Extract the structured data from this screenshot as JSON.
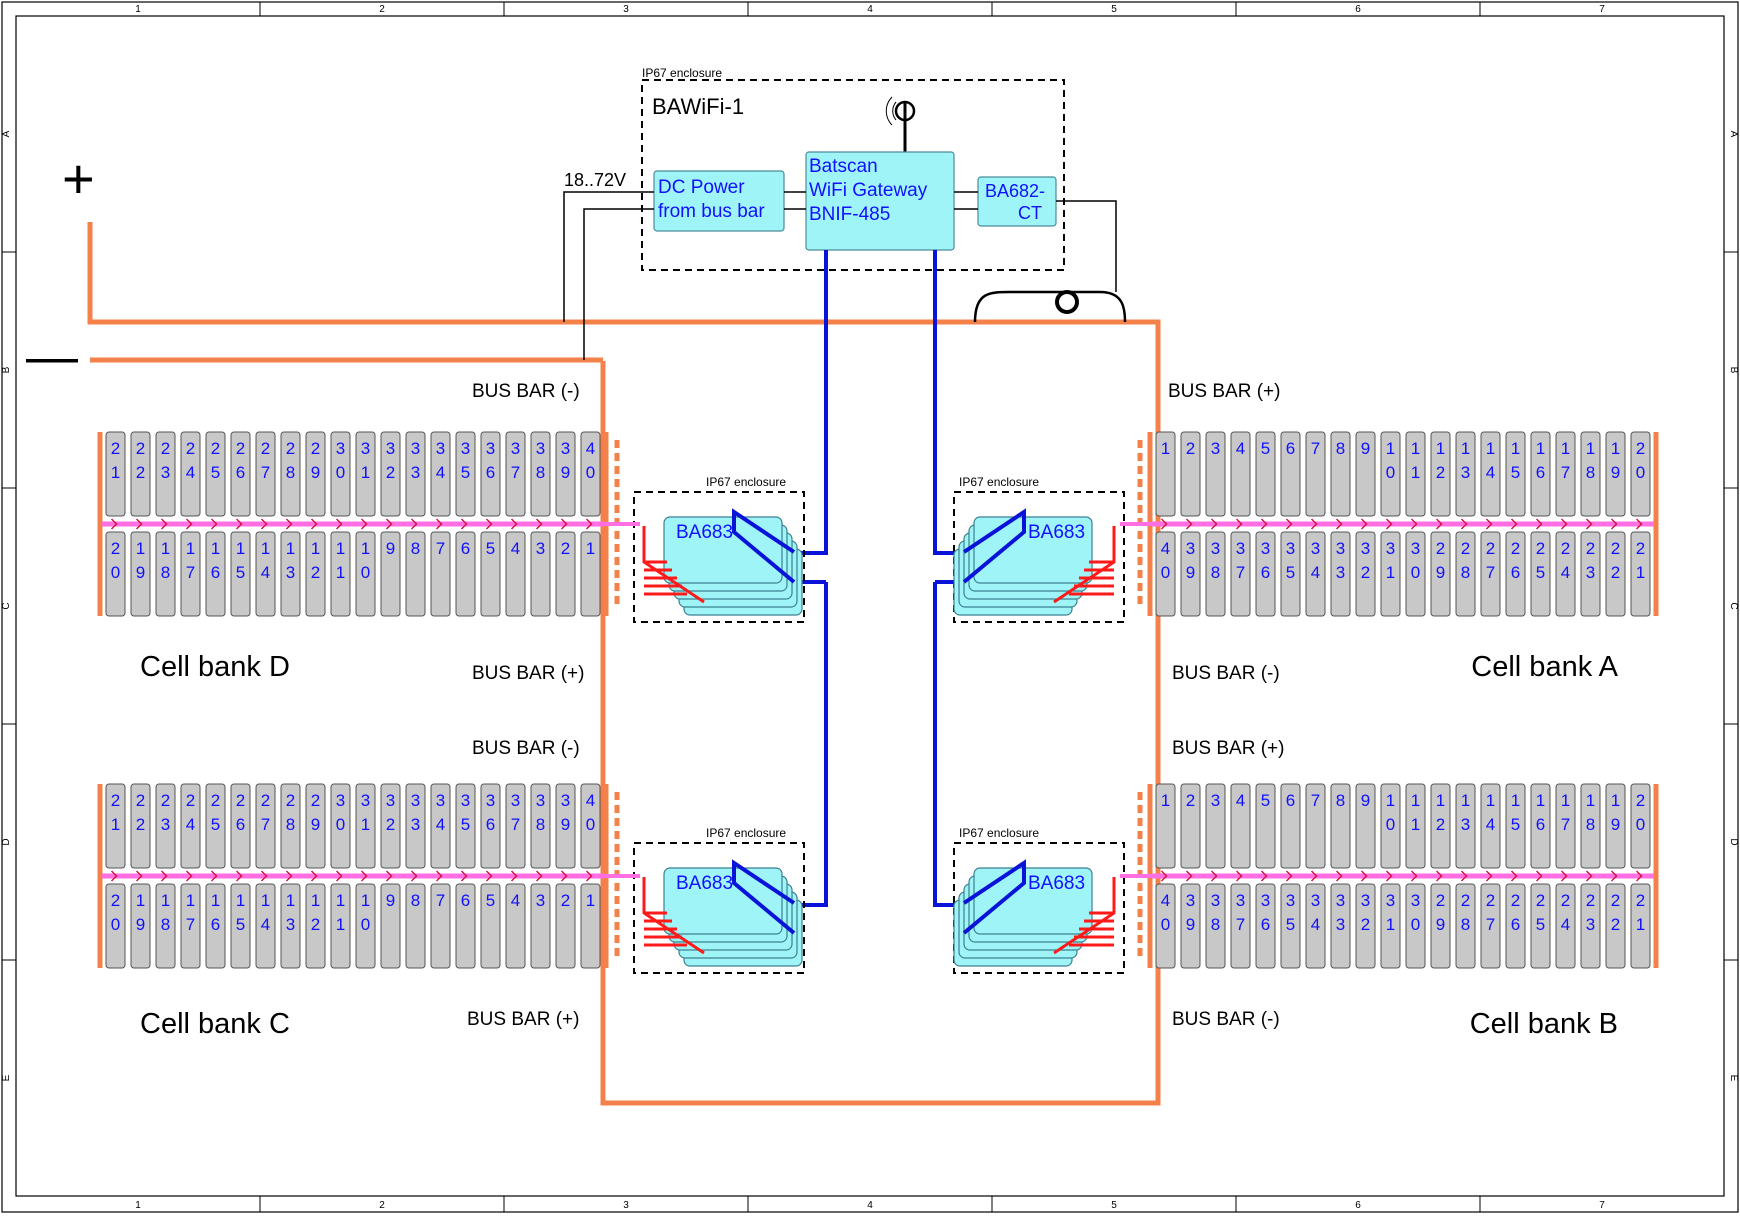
{
  "frame": {
    "columns": [
      "1",
      "2",
      "3",
      "4",
      "5",
      "6",
      "7"
    ],
    "rows": [
      "A",
      "B",
      "C",
      "D",
      "E"
    ]
  },
  "terminals": {
    "plus": "+",
    "minus": "—"
  },
  "gateway": {
    "enclosure_label": "IP67 enclosure",
    "title": "BAWiFi-1",
    "voltage": "18..72V",
    "power_block": [
      "DC Power",
      "from bus bar"
    ],
    "gateway_block": [
      "Batscan",
      "WiFi Gateway",
      "BNIF-485"
    ],
    "ct_block": [
      "BA682-",
      "CT"
    ]
  },
  "modules": {
    "label": "BA683",
    "enclosure_label": "IP67 enclosure"
  },
  "bus_labels": {
    "d_top": "BUS BAR (-)",
    "a_top": "BUS BAR (+)",
    "d_bottom": "BUS BAR (+)",
    "a_bottom": "BUS BAR (-)",
    "c_top": "BUS BAR (-)",
    "b_top": "BUS BAR (+)",
    "c_bottom": "BUS BAR (+)",
    "b_bottom": "BUS BAR (-)"
  },
  "banks": {
    "D": {
      "name": "Cell bank D",
      "top": [
        "21",
        "22",
        "23",
        "24",
        "25",
        "26",
        "27",
        "28",
        "29",
        "30",
        "31",
        "32",
        "33",
        "34",
        "35",
        "36",
        "37",
        "38",
        "39",
        "40"
      ],
      "bottom": [
        "20",
        "19",
        "18",
        "17",
        "16",
        "15",
        "14",
        "13",
        "12",
        "11",
        "10",
        "9",
        "8",
        "7",
        "6",
        "5",
        "4",
        "3",
        "2",
        "1"
      ]
    },
    "A": {
      "name": "Cell bank A",
      "top": [
        "1",
        "2",
        "3",
        "4",
        "5",
        "6",
        "7",
        "8",
        "9",
        "10",
        "11",
        "12",
        "13",
        "14",
        "15",
        "16",
        "17",
        "18",
        "19",
        "20"
      ],
      "bottom": [
        "40",
        "39",
        "38",
        "37",
        "36",
        "35",
        "34",
        "33",
        "32",
        "31",
        "30",
        "29",
        "28",
        "27",
        "26",
        "25",
        "24",
        "23",
        "22",
        "21"
      ]
    },
    "C": {
      "name": "Cell bank C",
      "top": [
        "21",
        "22",
        "23",
        "24",
        "25",
        "26",
        "27",
        "28",
        "29",
        "30",
        "31",
        "32",
        "33",
        "34",
        "35",
        "36",
        "37",
        "38",
        "39",
        "40"
      ],
      "bottom": [
        "20",
        "19",
        "18",
        "17",
        "16",
        "15",
        "14",
        "13",
        "12",
        "11",
        "10",
        "9",
        "8",
        "7",
        "6",
        "5",
        "4",
        "3",
        "2",
        "1"
      ]
    },
    "B": {
      "name": "Cell bank B",
      "top": [
        "1",
        "2",
        "3",
        "4",
        "5",
        "6",
        "7",
        "8",
        "9",
        "10",
        "11",
        "12",
        "13",
        "14",
        "15",
        "16",
        "17",
        "18",
        "19",
        "20"
      ],
      "bottom": [
        "40",
        "39",
        "38",
        "37",
        "36",
        "35",
        "34",
        "33",
        "32",
        "31",
        "30",
        "29",
        "28",
        "27",
        "26",
        "25",
        "24",
        "23",
        "22",
        "21"
      ]
    }
  },
  "colors": {
    "bus_bar": "#f4804a",
    "comm_bus": "#0a14d8",
    "module_fill": "#9ff4f8",
    "cell_fill": "#c8c8c8",
    "cell_link": "#ff6ee2",
    "sense_wire": "#ff1a1a",
    "label_text": "#1010ff"
  }
}
